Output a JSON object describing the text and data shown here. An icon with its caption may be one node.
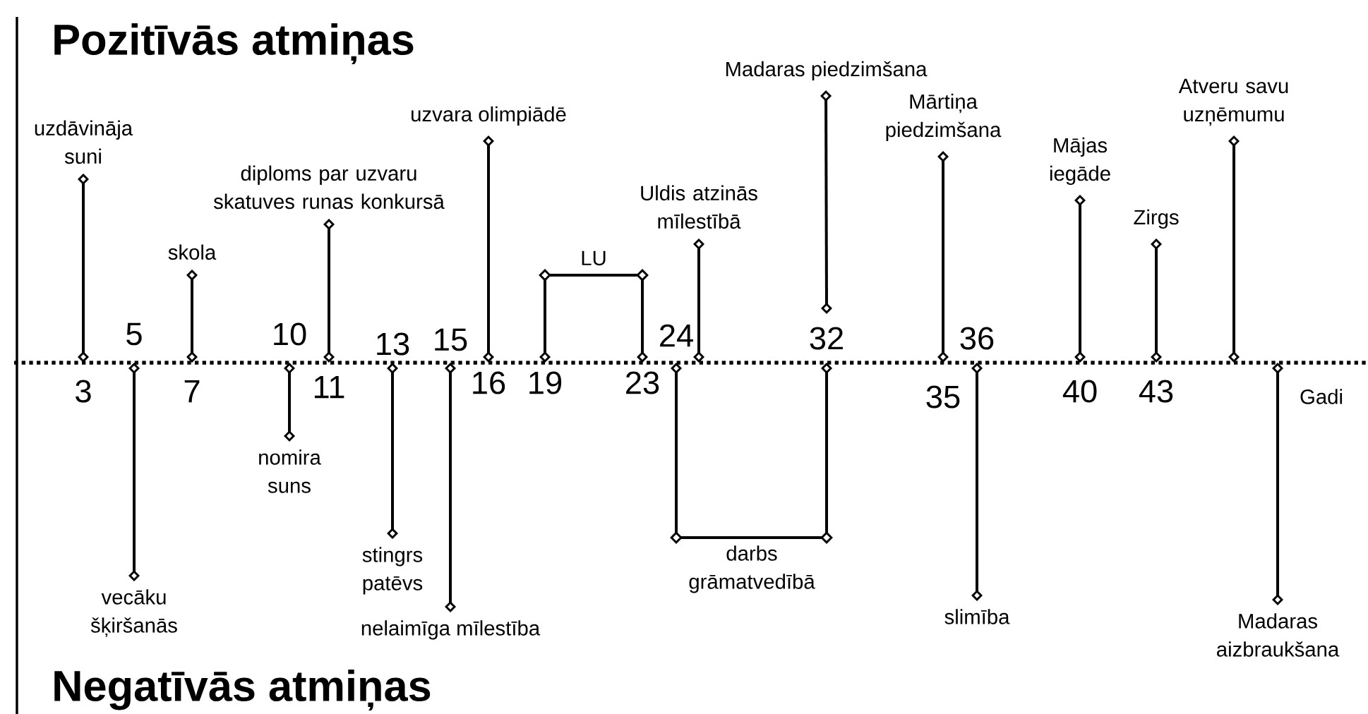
{
  "diagram": {
    "nodes": [
      {
        "text": [
          "uzdāvināja suni"
        ]
      },
      {
        "text": [
          "skola"
        ]
      },
      {
        "text": [
          "diploms par uzvaru skatuves runas konkursā"
        ]
      },
      {
        "text": [
          "uzvara olimpiādē"
        ]
      },
      {
        "text": [
          "LU"
        ]
      },
      {
        "text": [
          "Uldis atzinās mīlestībā"
        ]
      },
      {
        "text": [
          "Madaras piedzimšana"
        ]
      },
      {
        "text": [
          "Mārtiņa piedzimšana"
        ]
      },
      {
        "text": [
          "Mājas iegāde"
        ]
      },
      {
        "text": [
          "Zirgs"
        ]
      },
      {
        "text": [
          "Atveru savu uzņēmumu"
        ]
      },
      {
        "text": [
          "vecāku šķiršanās"
        ]
      },
      {
        "text": [
          "nomira suns"
        ]
      },
      {
        "text": [
          "stingrs patēvs"
        ]
      },
      {
        "text": [
          "nelaimīga mīlestība"
        ]
      },
      {
        "text": [
          "darbs grāmatvedībā"
        ]
      },
      {
        "text": [
          "slimība"
        ]
      },
      {
        "text": [
          "Madaras aizbraukšana"
        ]
      },
      {
        "text": [
          "5"
        ]
      },
      {
        "text": [
          "10"
        ]
      },
      {
        "text": [
          "13"
        ]
      },
      {
        "text": [
          "15"
        ]
      },
      {
        "text": [
          "24"
        ]
      },
      {
        "text": [
          "32"
        ]
      },
      {
        "text": [
          "36"
        ]
      },
      {
        "text": [
          "3"
        ]
      },
      {
        "text": [
          "7"
        ]
      },
      {
        "text": [
          "11"
        ]
      },
      {
        "text": [
          "16"
        ]
      },
      {
        "text": [
          "19"
        ]
      },
      {
        "text": [
          "23"
        ]
      },
      {
        "text": [
          "35"
        ]
      },
      {
        "text": [
          "40"
        ]
      },
      {
        "text": [
          "43"
        ]
      }
    ],
    "edges": [
      {
        "from": 0,
        "to": 25,
        "arrow": "other"
      },
      {
        "from": 1,
        "to": 26,
        "arrow": "other"
      },
      {
        "from": 2,
        "to": 27,
        "arrow": "other"
      },
      {
        "from": 3,
        "to": 28,
        "arrow": "other"
      },
      {
        "from": 4,
        "to": 29,
        "arrow": "other"
      },
      {
        "from": 4,
        "to": 30,
        "arrow": "other"
      },
      {
        "from": 5,
        "to": 22,
        "arrow": "other"
      },
      {
        "from": 6,
        "to": 23,
        "arrow": "other"
      },
      {
        "from": 7,
        "to": 31,
        "arrow": "other"
      },
      {
        "from": 8,
        "to": 32,
        "arrow": "other"
      },
      {
        "from": 9,
        "to": 33,
        "arrow": "other"
      },
      {
        "from": 10,
        "to": null,
        "arrow": "other"
      },
      {
        "from": 11,
        "to": 18,
        "arrow": "other"
      },
      {
        "from": 12,
        "to": 19,
        "arrow": "other"
      },
      {
        "from": 13,
        "to": 20,
        "arrow": "other"
      },
      {
        "from": 14,
        "to": 21,
        "arrow": "other"
      },
      {
        "from": 15,
        "to": 22,
        "arrow": "other"
      },
      {
        "from": 15,
        "to": 23,
        "arrow": "other"
      },
      {
        "from": 16,
        "to": 24,
        "arrow": "other"
      },
      {
        "from": 17,
        "to": null,
        "arrow": "other"
      }
    ],
    "labels": [
      "Pozitīvās atmiņas",
      "Gadi",
      "Negatīvās atmiņas"
    ]
  }
}
